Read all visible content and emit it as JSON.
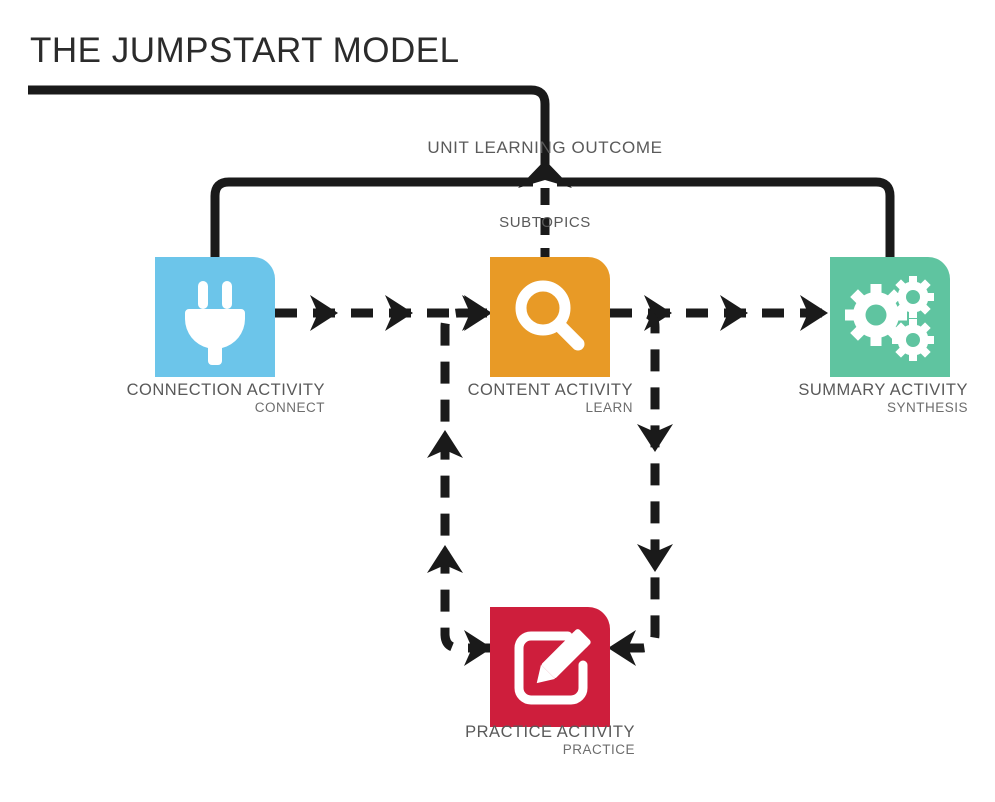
{
  "title": "THE JUMPSTART MODEL",
  "rail_labels": {
    "unit_learning_outcome": "UNIT LEARNING OUTCOME",
    "subtopics": "SUBTOPICS"
  },
  "colors": {
    "connection": "#6CC5EA",
    "content": "#E89A26",
    "summary": "#5FC4A0",
    "practice": "#CE1E3C",
    "line": "#1a1a1a",
    "title_text": "#2b2b2b",
    "caption_text": "#595959",
    "background": "#ffffff"
  },
  "nodes": [
    {
      "id": "connection",
      "icon": "power-plug-icon",
      "color": "#6CC5EA",
      "caption_main": "CONNECTION ACTIVITY",
      "caption_sub": "CONNECT"
    },
    {
      "id": "content",
      "icon": "magnifier-search-icon",
      "color": "#E89A26",
      "caption_main": "CONTENT ACTIVITY",
      "caption_sub": "LEARN"
    },
    {
      "id": "summary",
      "icon": "gears-icon",
      "color": "#5FC4A0",
      "caption_main": "SUMMARY ACTIVITY",
      "caption_sub": "SYNTHESIS"
    },
    {
      "id": "practice",
      "icon": "pencil-edit-icon",
      "color": "#CE1E3C",
      "caption_main": "PRACTICE ACTIVITY",
      "caption_sub": "PRACTICE"
    }
  ],
  "connectors": [
    {
      "id": "title-rail-to-outcome",
      "style": "solid",
      "from": "title-bar",
      "to": "unit-learning-outcome"
    },
    {
      "id": "connection-to-outcome-rail",
      "style": "solid",
      "from": "connection",
      "to": "unit-learning-outcome"
    },
    {
      "id": "summary-to-outcome-rail",
      "style": "solid",
      "from": "summary",
      "to": "unit-learning-outcome"
    },
    {
      "id": "subtopics-to-content",
      "style": "dashed",
      "from": "subtopics",
      "to": "content"
    },
    {
      "id": "connection-to-content",
      "style": "dashed",
      "from": "connection",
      "to": "content"
    },
    {
      "id": "content-to-summary",
      "style": "dashed",
      "from": "content",
      "to": "summary"
    },
    {
      "id": "content-to-practice",
      "style": "dashed",
      "from": "content",
      "to": "practice"
    },
    {
      "id": "practice-to-content",
      "style": "dashed",
      "from": "practice",
      "to": "content"
    }
  ]
}
